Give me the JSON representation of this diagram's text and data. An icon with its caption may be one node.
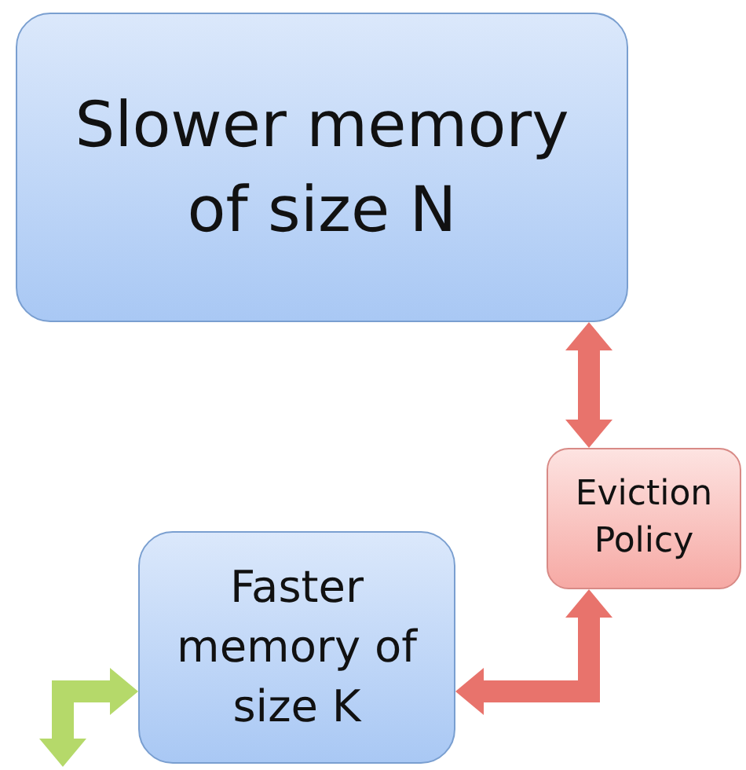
{
  "diagram": {
    "nodes": [
      {
        "text": [
          "Slower memory of size N"
        ]
      },
      {
        "text": [
          "Eviction Policy"
        ]
      },
      {
        "text": [
          "Faster memory of size K"
        ]
      }
    ],
    "edges": [
      {
        "from": 0,
        "to": 1,
        "arrow": "both"
      },
      {
        "from": 1,
        "to": 2,
        "arrow": "both"
      },
      {
        "from": null,
        "to": 2,
        "arrow": "both",
        "color": "#b5d96a"
      }
    ]
  }
}
